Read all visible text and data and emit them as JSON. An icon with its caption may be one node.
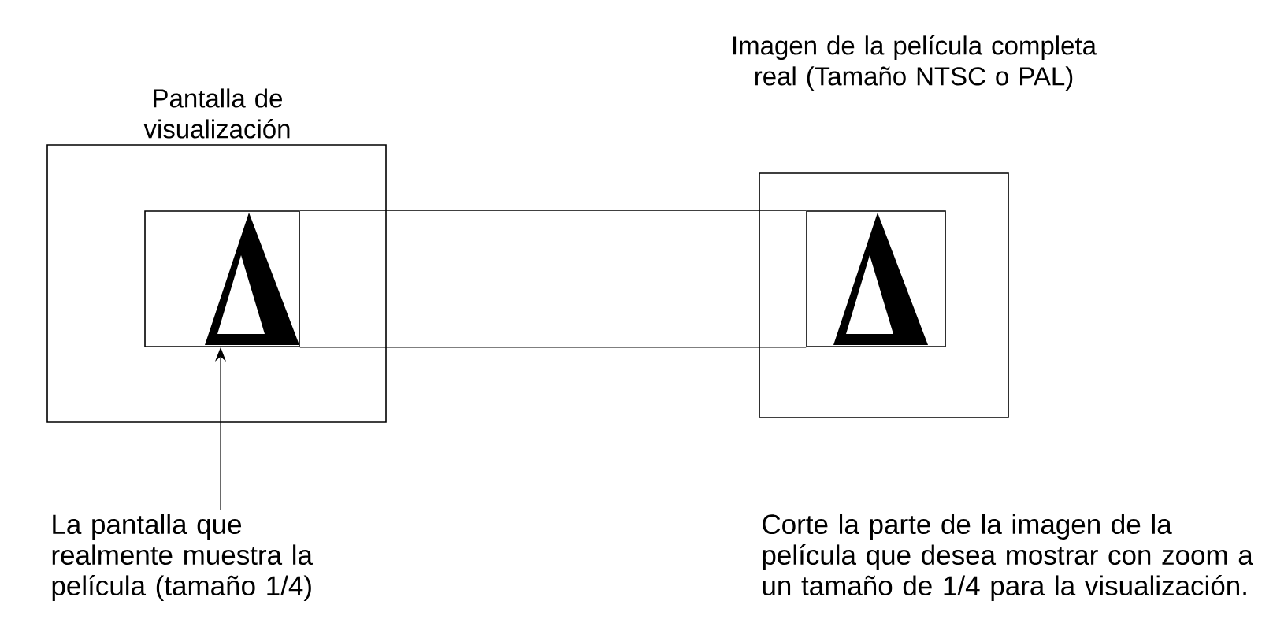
{
  "diagram": {
    "nodes": [
      {
        "text": [
          "Pantalla de visualización"
        ]
      },
      {
        "text": [],
        "shape": "box",
        "in": 0
      },
      {
        "text": [
          "Imagen de la película completa real (Tamaño NTSC o PAL)"
        ]
      },
      {
        "text": [],
        "shape": "box",
        "in": 2
      },
      {
        "text": [
          "La pantalla que realmente muestra la película (tamaño 1/4)"
        ]
      }
    ],
    "edges": [
      {
        "from": 1,
        "to": 3,
        "arrow": "none"
      },
      {
        "from": 1,
        "to": 3,
        "arrow": "none"
      },
      {
        "from": 4,
        "to": 1,
        "arrow": "to"
      }
    ],
    "labels": [
      "Corte la parte de la imagen de la película que desea mostrar con zoom a un tamaño de 1/4 para la visualización."
    ]
  }
}
